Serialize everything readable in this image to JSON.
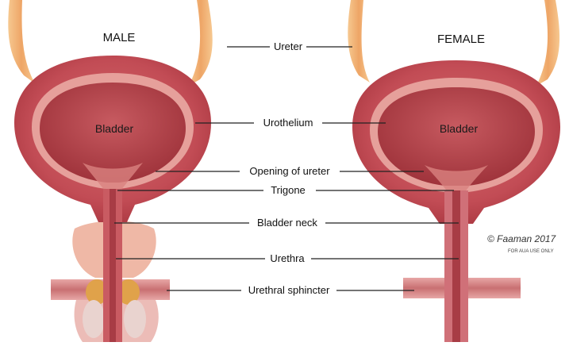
{
  "titles": {
    "male": "MALE",
    "female": "FEMALE"
  },
  "organ_labels": {
    "male_bladder": "Bladder",
    "female_bladder": "Bladder"
  },
  "callouts": [
    {
      "id": "ureter",
      "text": "Ureter"
    },
    {
      "id": "urothelium",
      "text": "Urothelium"
    },
    {
      "id": "opening-of-ureter",
      "text": "Opening of ureter"
    },
    {
      "id": "trigone",
      "text": "Trigone"
    },
    {
      "id": "bladder-neck",
      "text": "Bladder neck"
    },
    {
      "id": "urethra",
      "text": "Urethra"
    },
    {
      "id": "urethral-sphincter",
      "text": "Urethral sphincter"
    }
  ],
  "signature": {
    "text": "© Faaman 2017",
    "note": "FOR AUA USE ONLY"
  },
  "colors": {
    "ureter": "#f0b070",
    "bladder_outer": "#c9545a",
    "bladder_inner": "#b3404a",
    "urothelium": "#e8a09a",
    "prostate": "#efb8a6",
    "sphincter": "#d78a8c",
    "gland": "#e0a24a",
    "leader_line": "#222222"
  }
}
